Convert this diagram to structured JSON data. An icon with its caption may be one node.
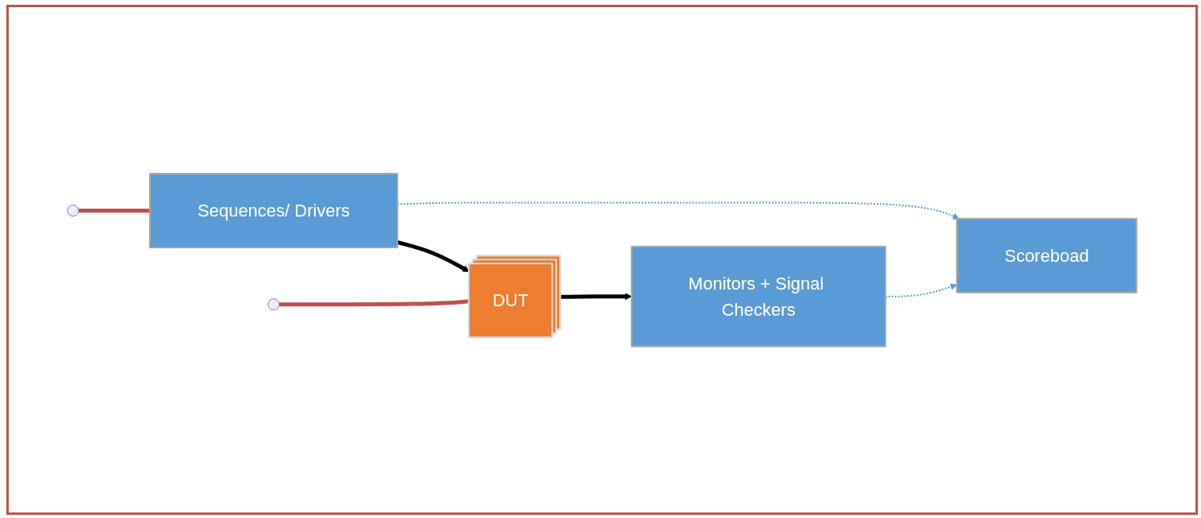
{
  "diagram": {
    "nodes": [
      {
        "text": [
          "Scoreboad"
        ]
      },
      {
        "text": [
          "Sequences/ Drivers"
        ]
      },
      {
        "text": [
          "DUT"
        ]
      },
      {
        "text": [
          "Monitors + Signal Checkers"
        ]
      }
    ],
    "edges": [
      {
        "from": 1,
        "to": 0,
        "arrow": "to",
        "style": "dashed",
        "color": "#5b9bd5"
      },
      {
        "from": 3,
        "to": 0,
        "arrow": "to",
        "style": "dashed",
        "color": "#5b9bd5"
      },
      {
        "from": 1,
        "to": 2,
        "arrow": "to",
        "color": "#000000"
      },
      {
        "from": 2,
        "to": 3,
        "arrow": "to",
        "color": "#000000"
      },
      {
        "from": null,
        "to": 1,
        "arrow": "none",
        "color": "#c0504d"
      },
      {
        "from": null,
        "to": 2,
        "arrow": "none",
        "color": "#c0504d"
      }
    ]
  }
}
